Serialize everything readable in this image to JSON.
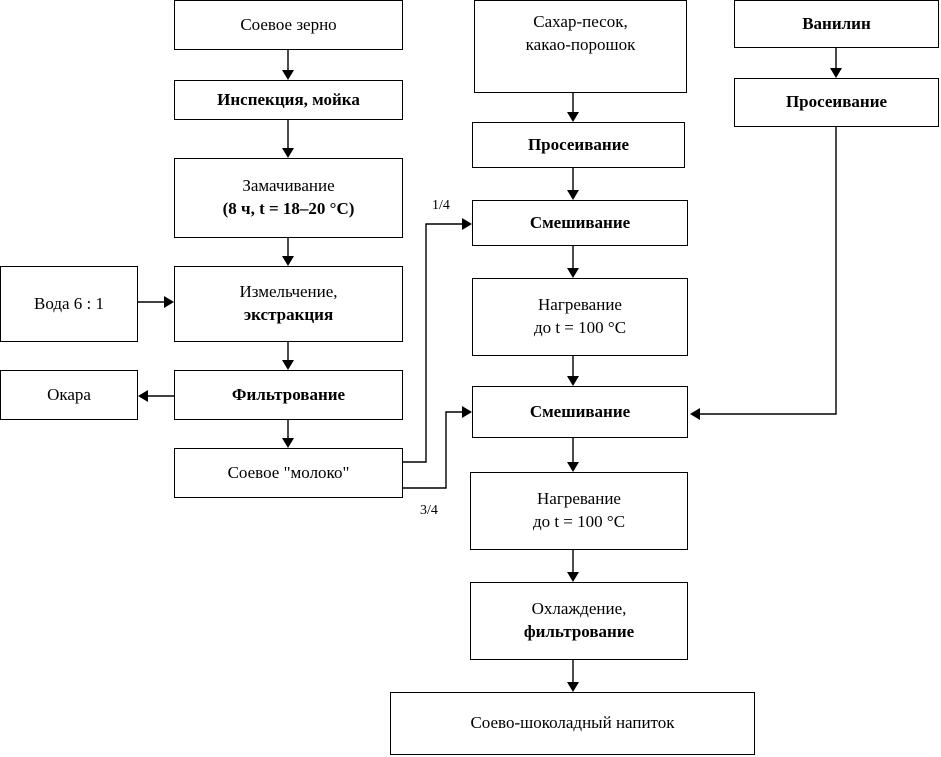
{
  "boxes": {
    "soy_grain": {
      "lines": [
        "Соевое зерно"
      ]
    },
    "inspection": {
      "lines": [
        "Инспекция, мойка"
      ]
    },
    "soaking": {
      "lines": [
        "Замачивание",
        "(8 ч, t = 18–20 °С)"
      ]
    },
    "grinding": {
      "lines": [
        "Измельчение,",
        "экстракция"
      ]
    },
    "water": {
      "lines": [
        "Вода 6 : 1"
      ]
    },
    "filtering": {
      "lines": [
        "Фильтрование"
      ]
    },
    "okara": {
      "lines": [
        "Окара"
      ]
    },
    "soy_milk": {
      "lines": [
        "Соевое \"молоко\""
      ]
    },
    "sugar_cocoa": {
      "lines": [
        "Сахар-песок,",
        "какао-порошок"
      ]
    },
    "sieving_1": {
      "lines": [
        "Просеивание"
      ]
    },
    "mixing_1": {
      "lines": [
        "Смешивание"
      ]
    },
    "heating_1": {
      "lines": [
        "Нагревание",
        "до t = 100 °С"
      ]
    },
    "mixing_2": {
      "lines": [
        "Смешивание"
      ]
    },
    "heating_2": {
      "lines": [
        "Нагревание",
        "до t = 100 °С"
      ]
    },
    "cooling": {
      "lines": [
        "Охлаждение,",
        "фильтрование"
      ]
    },
    "product": {
      "lines": [
        "Соево-шоколадный напиток"
      ]
    },
    "vanillin": {
      "lines": [
        "Ванилин"
      ]
    },
    "sieving_2": {
      "lines": [
        "Просеивание"
      ]
    }
  },
  "labels": {
    "fraction_quarter": "1/4",
    "fraction_three_quarters": "3/4"
  }
}
